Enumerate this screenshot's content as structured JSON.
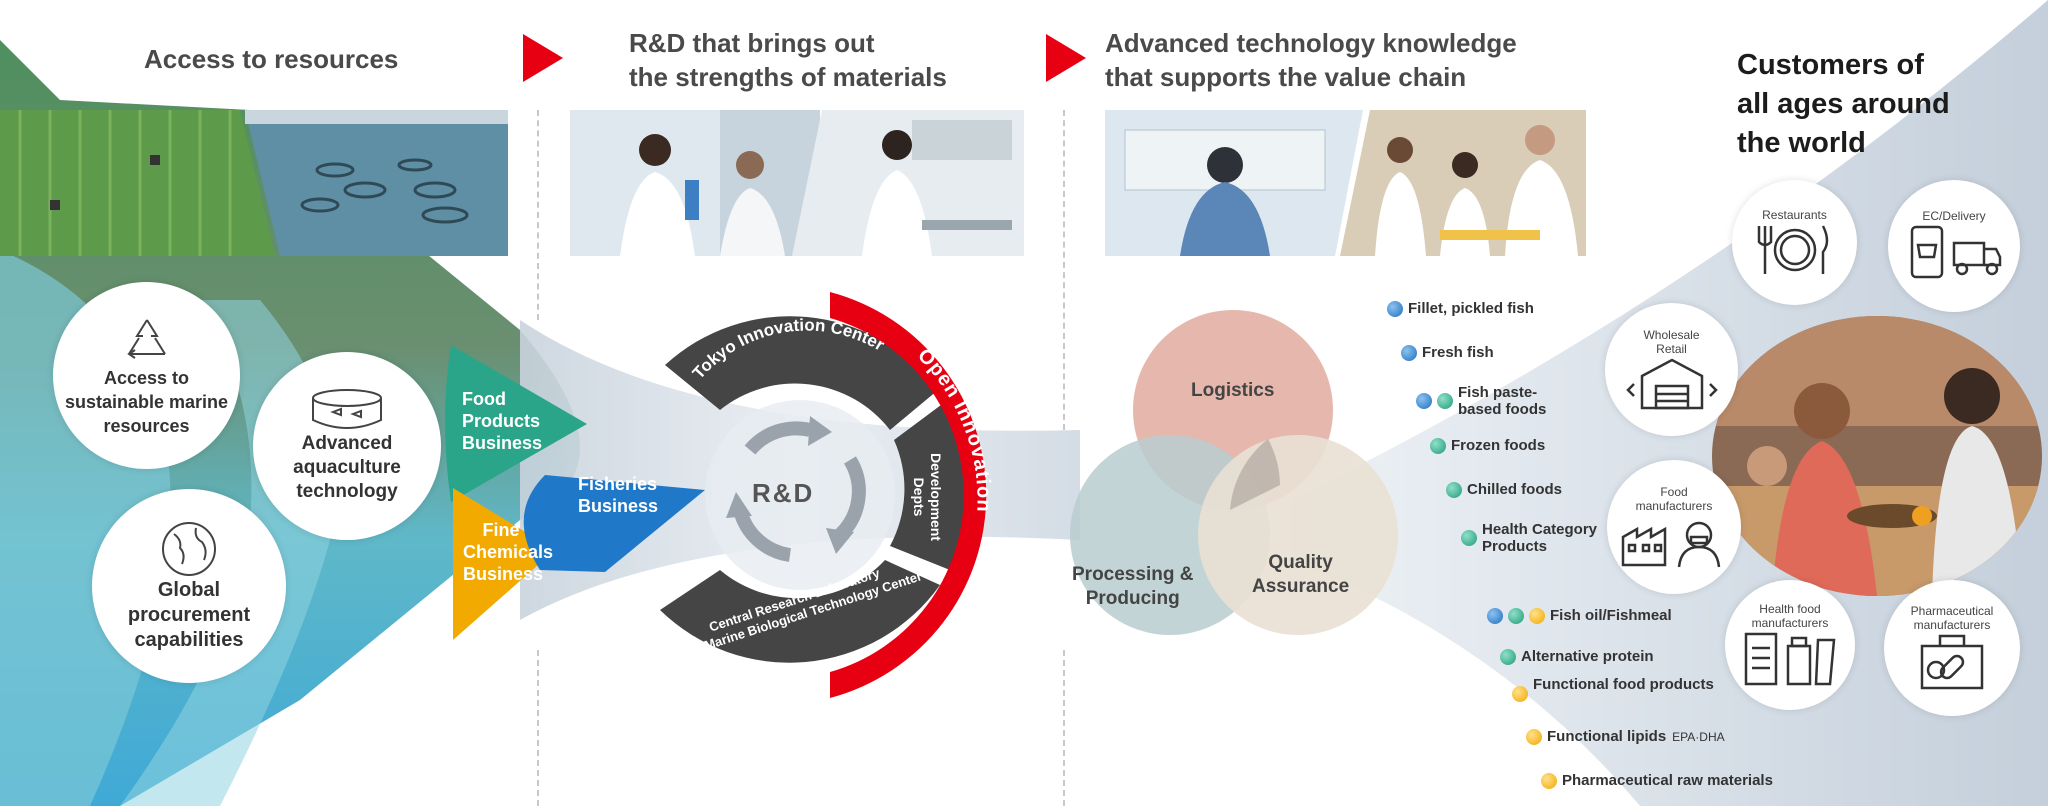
{
  "headings": {
    "access": "Access to resources",
    "rd_line1": "R&D that brings out",
    "rd_line2": "the strengths of materials",
    "tech_line1": "Advanced technology knowledge",
    "tech_line2": "that supports the value chain",
    "cust_line1": "Customers of",
    "cust_line2": "all ages around",
    "cust_line3": "the world"
  },
  "resources": {
    "sustainable": [
      "Access to",
      "sustainable marine",
      "resources"
    ],
    "aquaculture": [
      "Advanced",
      "aquaculture",
      "technology"
    ],
    "procurement": [
      "Global",
      "procurement",
      "capabilities"
    ]
  },
  "businesses": {
    "food": [
      "Food",
      "Products",
      "Business"
    ],
    "chemicals": [
      "Fine",
      "Chemicals",
      "Business"
    ],
    "fisheries": [
      "Fisheries",
      "Business"
    ]
  },
  "rd": {
    "center": "R&D",
    "tokyo": "Tokyo Innovation Center",
    "dev_line1": "Development",
    "dev_line2": "Depts",
    "central_line1": "Central Research Laboratory",
    "central_line2": "Oita Marine Biological Technology Center",
    "open": "Open Innovation"
  },
  "venn": {
    "logistics": "Logistics",
    "processing_line1": "Processing &",
    "processing_line2": "Producing",
    "quality_line1": "Quality",
    "quality_line2": "Assurance"
  },
  "products": [
    {
      "dots": [
        "blue"
      ],
      "lines": [
        "Fillet, pickled fish"
      ],
      "small": ""
    },
    {
      "dots": [
        "blue"
      ],
      "lines": [
        "Fresh fish"
      ],
      "small": ""
    },
    {
      "dots": [
        "blue",
        "green"
      ],
      "lines": [
        "Fish paste-",
        "based foods"
      ],
      "small": ""
    },
    {
      "dots": [
        "green"
      ],
      "lines": [
        "Frozen foods"
      ],
      "small": ""
    },
    {
      "dots": [
        "green"
      ],
      "lines": [
        "Chilled foods"
      ],
      "small": ""
    },
    {
      "dots": [
        "green"
      ],
      "lines": [
        "Health Category",
        "Products"
      ],
      "small": ""
    },
    {
      "dots": [
        "blue",
        "green",
        "yellow"
      ],
      "lines": [
        "Fish oil/Fishmeal"
      ],
      "small": ""
    },
    {
      "dots": [
        "green"
      ],
      "lines": [
        "Alternative protein"
      ],
      "small": ""
    },
    {
      "dots": [
        "yellow"
      ],
      "lines": [
        "Functional food products"
      ],
      "small": ""
    },
    {
      "dots": [
        "yellow"
      ],
      "lines": [
        "Functional lipids"
      ],
      "small": "EPA·DHA"
    },
    {
      "dots": [
        "yellow"
      ],
      "lines": [
        "Pharmaceutical raw materials"
      ],
      "small": ""
    }
  ],
  "customers": {
    "restaurants": "Restaurants",
    "ec": "EC/Delivery",
    "wholesale_line1": "Wholesale",
    "wholesale_line2": "Retail",
    "foodmfr_line1": "Food",
    "foodmfr_line2": "manufacturers",
    "health_line1": "Health food",
    "health_line2": "manufacturers",
    "pharma_line1": "Pharmaceutical",
    "pharma_line2": "manufacturers"
  },
  "colors": {
    "accent_red": "#e60012",
    "food_green": "#2aa58a",
    "chem_yellow": "#f2a900",
    "fish_blue": "#1f78c8",
    "ring_dark": "#454545",
    "logistics": "#e3b0a4",
    "processing": "#b9cccf",
    "quality": "#e9e0d4"
  }
}
